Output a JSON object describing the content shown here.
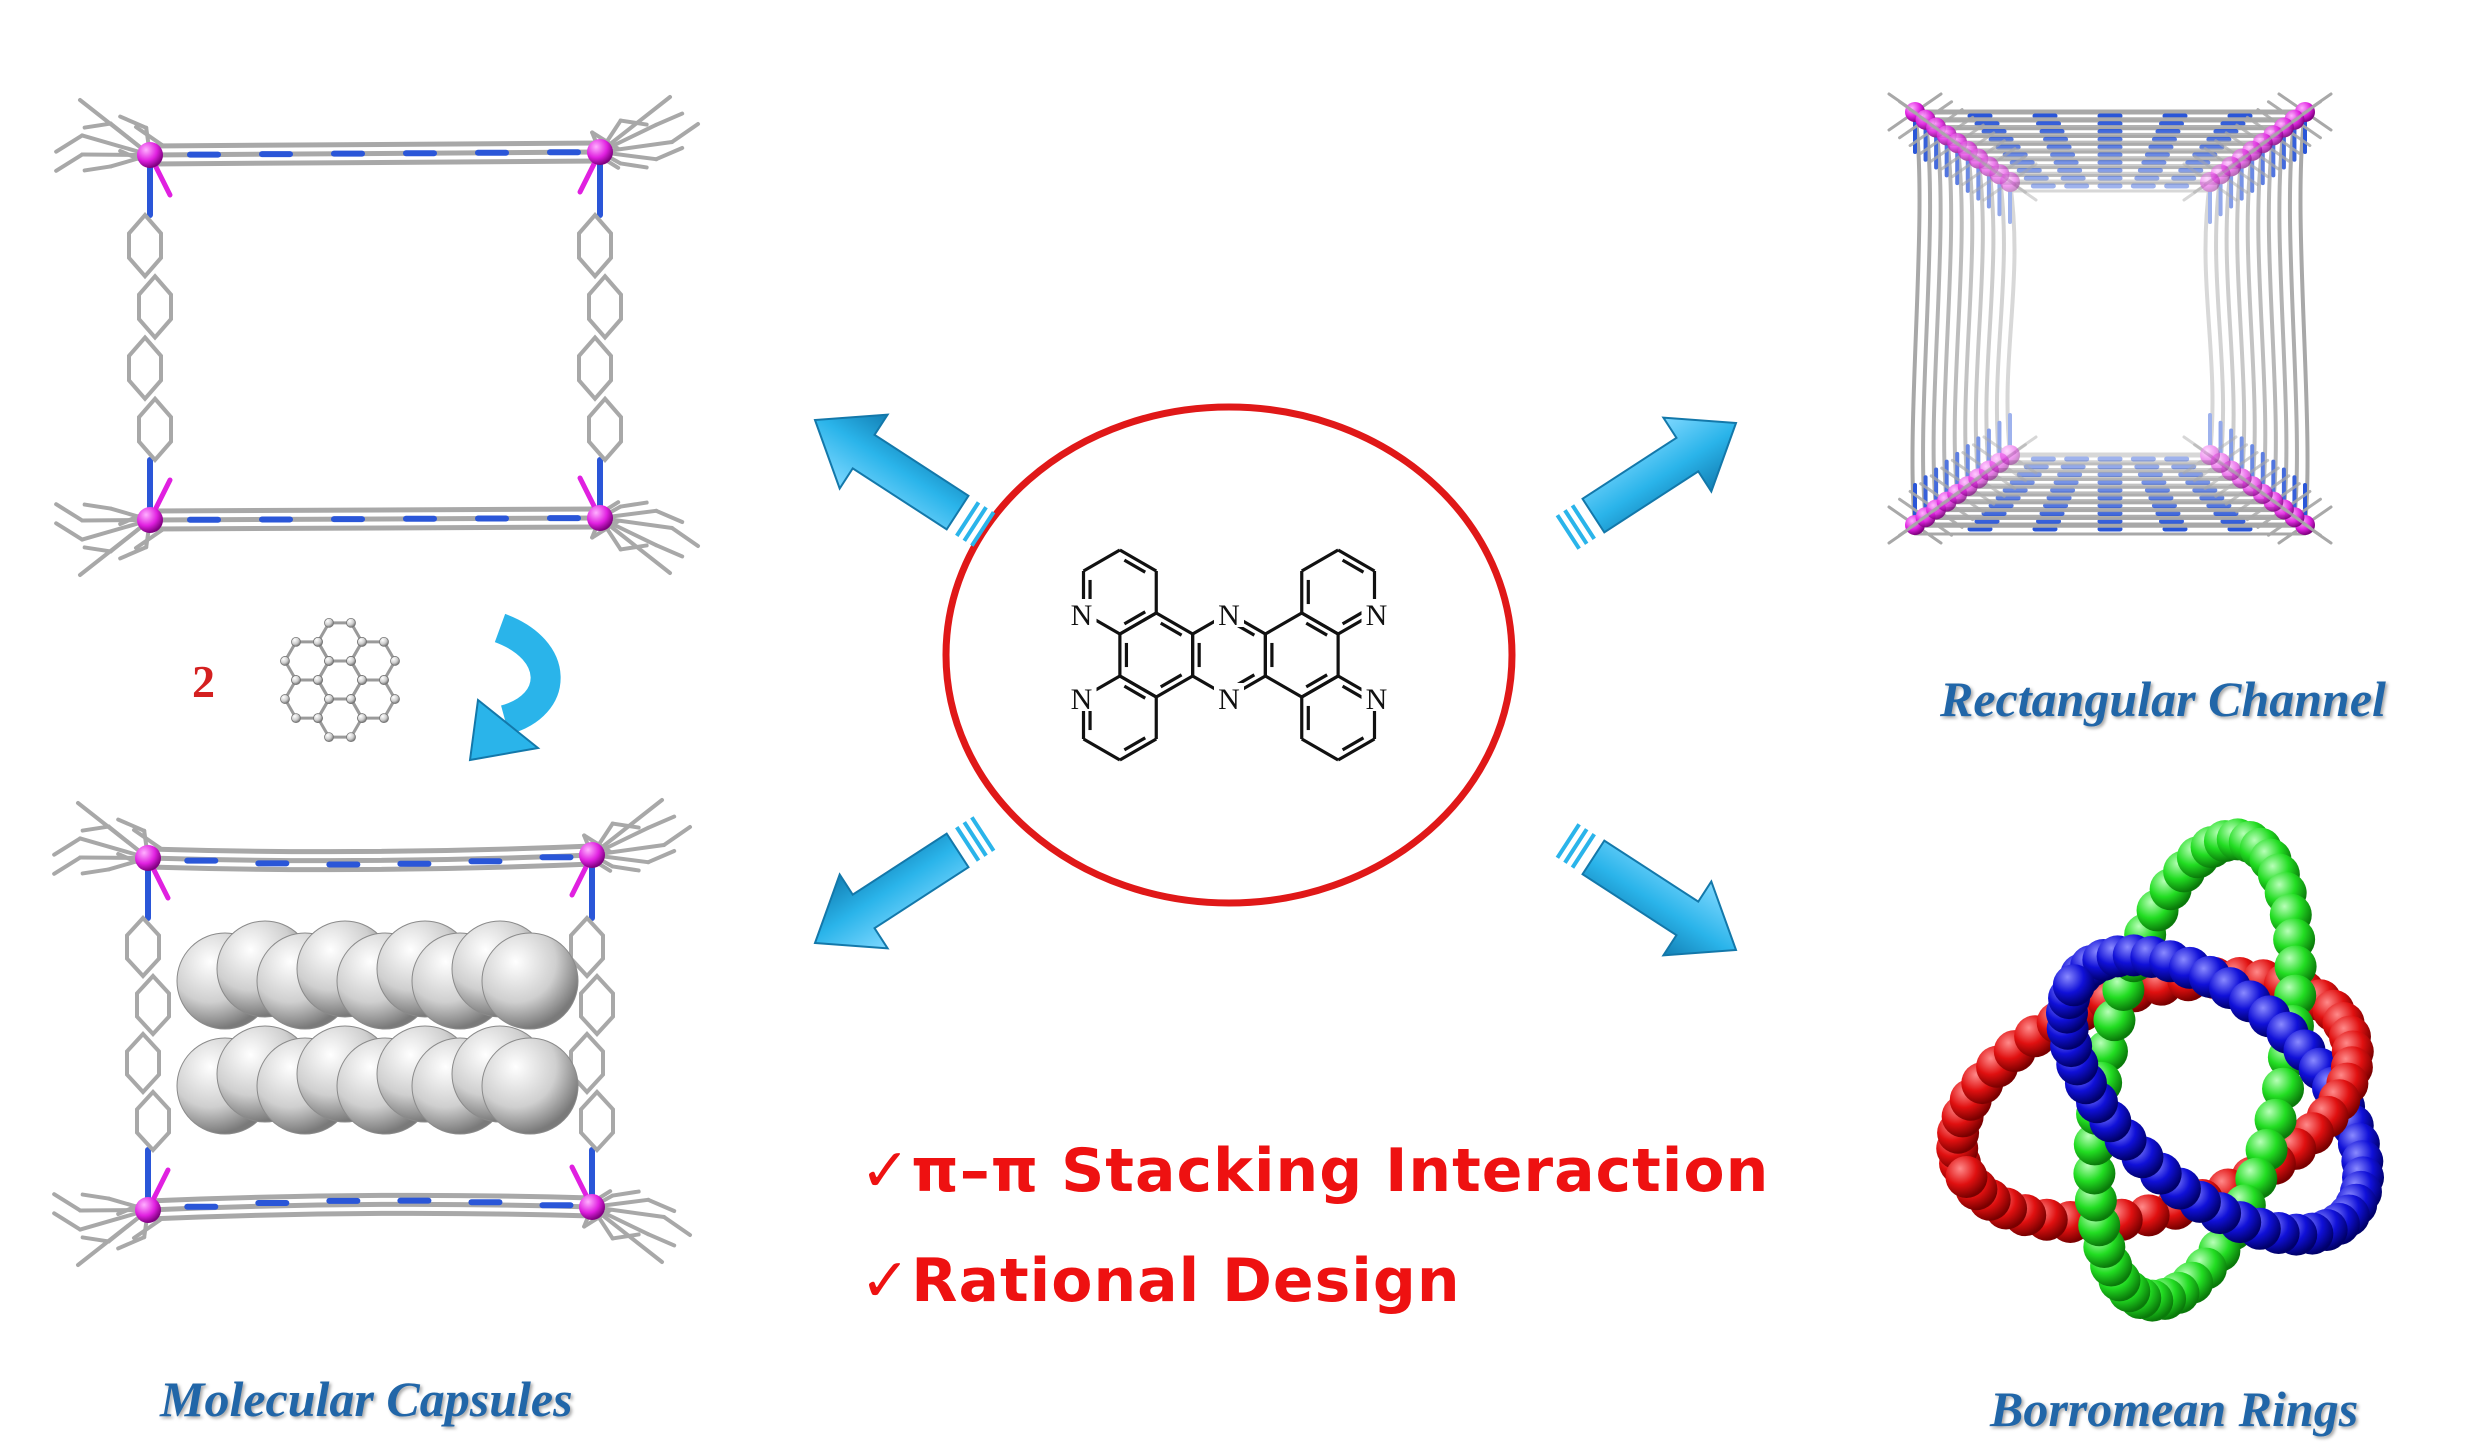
{
  "captions": {
    "molecular_capsules": "Molecular Capsules",
    "rectangular_channel": "Rectangular Channel",
    "borromean_rings": "Borromean Rings"
  },
  "count_label": "2",
  "bullets": [
    "π–π Stacking Interaction",
    "Rational Design"
  ],
  "check_mark": "✓",
  "atom_label": "N",
  "colors": {
    "metal": "#e020e0",
    "nitrogen": "#2a56d8",
    "carbon": "#a8a8a8",
    "arrow": "#2ab4ea",
    "ellipse": "#e01818",
    "caption": "#2166a8",
    "bullet": "#ee1111",
    "ring_red": "#e01010",
    "ring_green": "#22dd22",
    "ring_blue": "#1010d8"
  }
}
